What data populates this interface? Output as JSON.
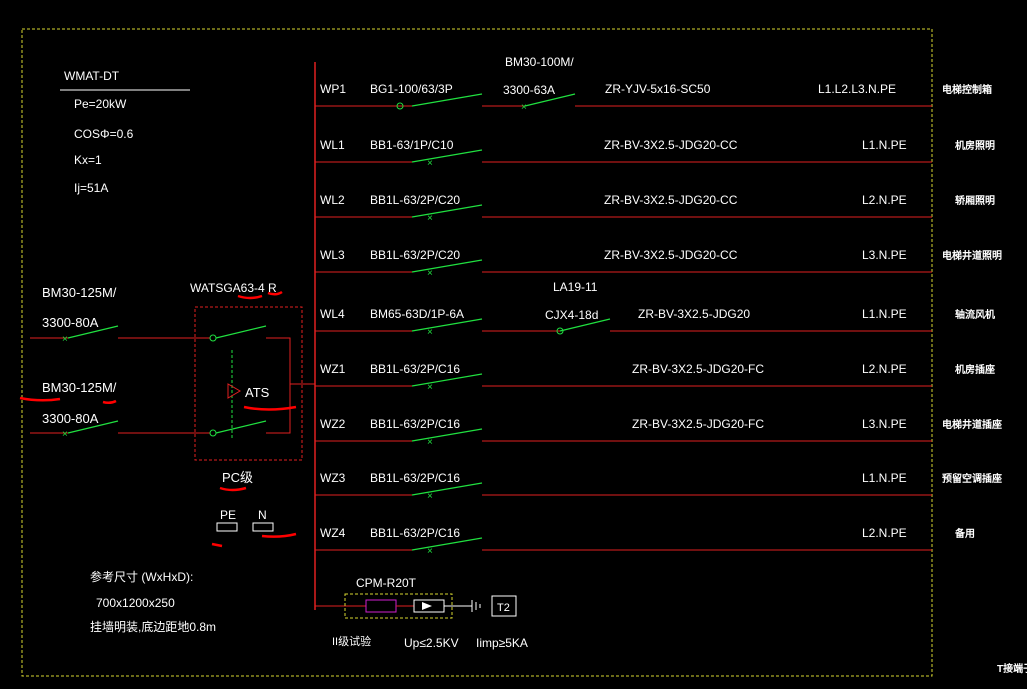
{
  "panel": {
    "name": "WMAT-DT",
    "params": [
      "Pe=20kW",
      "COSΦ=0.6",
      "Kx=1",
      "Ij=51A"
    ]
  },
  "incoming": {
    "breaker1": [
      "BM30-125M/",
      "3300-80A"
    ],
    "breaker2": [
      "BM30-125M/",
      "3300-80A"
    ],
    "ats_model": "WATSGA63-4 R",
    "ats_label": "ATS",
    "pc_label": "PC级",
    "pe_label": "PE",
    "n_label": "N"
  },
  "size_note": {
    "title": "参考尺寸 (WxHxD):",
    "dims": "700x1200x250",
    "mount": "挂墙明装,底边距地0.8m"
  },
  "circuits": [
    {
      "id": "WP1",
      "breaker": "BG1-100/63/3P",
      "extra_top": "BM30-100M/",
      "extra_bottom": "3300-63A",
      "cable": "ZR-YJV-5x16-SC50",
      "phase": "L1.L2.L3.N.PE",
      "load": "电梯控制箱"
    },
    {
      "id": "WL1",
      "breaker": "BB1-63/1P/C10",
      "cable": "ZR-BV-3X2.5-JDG20-CC",
      "phase": "L1.N.PE",
      "load": "机房照明"
    },
    {
      "id": "WL2",
      "breaker": "BB1L-63/2P/C20",
      "cable": "ZR-BV-3X2.5-JDG20-CC",
      "phase": "L2.N.PE",
      "load": "轿厢照明"
    },
    {
      "id": "WL3",
      "breaker": "BB1L-63/2P/C20",
      "cable": "ZR-BV-3X2.5-JDG20-CC",
      "phase": "L3.N.PE",
      "load": "电梯井道照明"
    },
    {
      "id": "WL4",
      "breaker": "BM65-63D/1P-6A",
      "extra_top": "LA19-11",
      "extra_bottom": "CJX4-18d",
      "cable": "ZR-BV-3X2.5-JDG20",
      "phase": "L1.N.PE",
      "load": "轴流风机"
    },
    {
      "id": "WZ1",
      "breaker": "BB1L-63/2P/C16",
      "cable": "ZR-BV-3X2.5-JDG20-FC",
      "phase": "L2.N.PE",
      "load": "机房插座"
    },
    {
      "id": "WZ2",
      "breaker": "BB1L-63/2P/C16",
      "cable": "ZR-BV-3X2.5-JDG20-FC",
      "phase": "L3.N.PE",
      "load": "电梯井道插座"
    },
    {
      "id": "WZ3",
      "breaker": "BB1L-63/2P/C16",
      "cable": "",
      "phase": "L1.N.PE",
      "load": "预留空调插座"
    },
    {
      "id": "WZ4",
      "breaker": "BB1L-63/2P/C16",
      "cable": "",
      "phase": "L2.N.PE",
      "load": "备用"
    }
  ],
  "spd": {
    "model": "CPM-R20T",
    "class": "II级试验",
    "up": "Up≤2.5KV",
    "imp": "Iimp≥5KA",
    "terminal": "T2"
  },
  "corner_note": "T接端子",
  "colors": {
    "frame": "#d6d630",
    "wire": "#e02020",
    "switch": "#20e040",
    "text": "#ffffff",
    "dashed_box": "#e02020",
    "markup": "#ff0000",
    "spd_box": "#d6d630",
    "spd_resistor": "#d020d0"
  }
}
